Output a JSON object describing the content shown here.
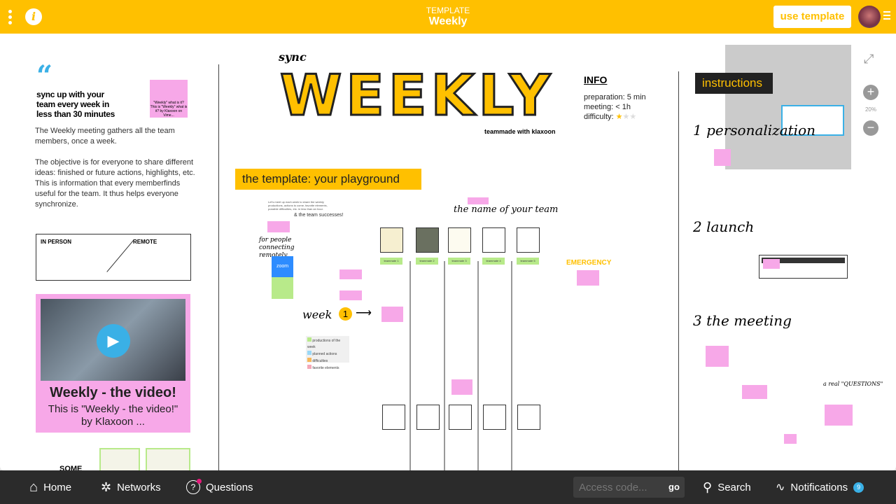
{
  "topbar": {
    "subtitle": "TEMPLATE",
    "title": "Weekly",
    "use_template": "use template"
  },
  "left": {
    "headline": "sync up with your team every week in less than 30 minutes",
    "para1": "The Weekly meeting gathers all the team members, once a week.",
    "para2": "The objective is for everyone to share different ideas: finished or future actions, highlights, etc.",
    "para3": "This is information that every memberfinds useful for the team. It thus helps everyone synchronize.",
    "thumb_caption": "\"Weekly\" what is it? This is \"Weekly\" what is it? by Klaxoon on Vime...",
    "in_person": "IN PERSON",
    "remote": "REMOTE",
    "video_title": "Weekly - the video!",
    "video_desc": "This is \"Weekly - the video!\" by Klaxoon ...",
    "more": "SOME"
  },
  "board": {
    "sync": "sync",
    "logo": "WEEKLY",
    "teammade": "teammade with klaxoon",
    "info_title": "INFO",
    "preparation": "preparation: 5 min",
    "meeting": "meeting: < 1h",
    "difficulty": "difficulty:",
    "difficulty_stars": 1,
    "playground": "the template: your playground",
    "intro": "Let's meet up each week to share the weekly productions, actions to come, favorite elements, possible difficulties, etc. in less than an hour.",
    "successes": "& the team successes!",
    "team_name": "the name of your team",
    "remote_label": "for people connecting remotely",
    "zoom": "zoom",
    "week": "week",
    "week_num": "1",
    "emergency": "EMERGENCY",
    "teammates": [
      "teammate 1",
      "teammate 2",
      "teammate 3",
      "teammate 4",
      "teammate 5"
    ],
    "legend": [
      "productions of the week",
      "planned actions",
      "difficulties",
      "favorite elements"
    ]
  },
  "instructions": {
    "title": "instructions",
    "steps": [
      "1 personalization",
      "2 launch",
      "3 the meeting"
    ],
    "questions": "a real \"QUESTIONS\""
  },
  "zoom_controls": {
    "level": "20%"
  },
  "bottombar": {
    "home": "Home",
    "networks": "Networks",
    "questions": "Questions",
    "access_placeholder": "Access code...",
    "go": "go",
    "search": "Search",
    "notifications": "Notifications",
    "notif_count": "9"
  }
}
